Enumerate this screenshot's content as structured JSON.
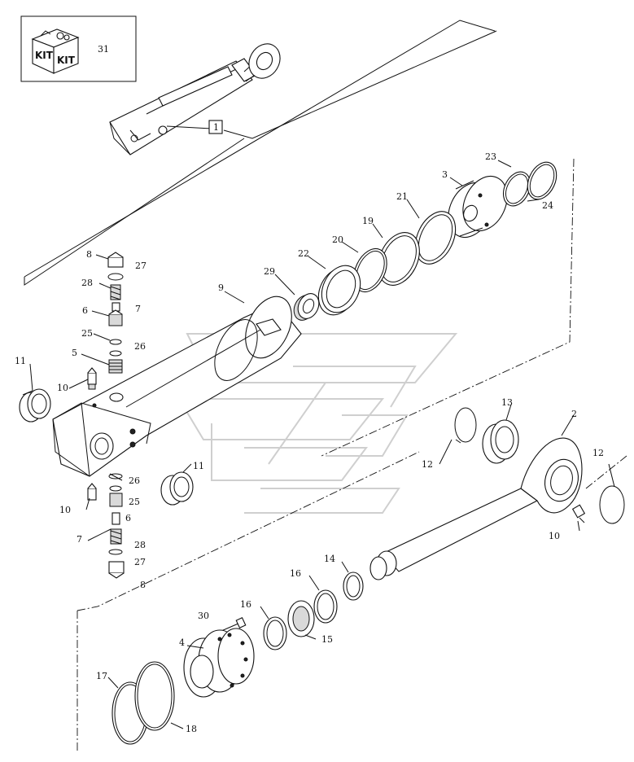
{
  "kit": {
    "word_left": "KIT",
    "word_right": "KIT",
    "ref": "31"
  },
  "assembly_ref": "1",
  "callouts": [
    {
      "id": "c31",
      "text": "31"
    },
    {
      "id": "c1",
      "text": "1"
    },
    {
      "id": "c23",
      "text": "23"
    },
    {
      "id": "c24",
      "text": "24"
    },
    {
      "id": "c3",
      "text": "3"
    },
    {
      "id": "c21",
      "text": "21"
    },
    {
      "id": "c19",
      "text": "19"
    },
    {
      "id": "c20",
      "text": "20"
    },
    {
      "id": "c22",
      "text": "22"
    },
    {
      "id": "c29",
      "text": "29"
    },
    {
      "id": "c9",
      "text": "9"
    },
    {
      "id": "c8a",
      "text": "8"
    },
    {
      "id": "c27a",
      "text": "27"
    },
    {
      "id": "c28a",
      "text": "28"
    },
    {
      "id": "c6a",
      "text": "6"
    },
    {
      "id": "c7a",
      "text": "7"
    },
    {
      "id": "c25a",
      "text": "25"
    },
    {
      "id": "c26a",
      "text": "26"
    },
    {
      "id": "c5",
      "text": "5"
    },
    {
      "id": "c11a",
      "text": "11"
    },
    {
      "id": "c10a",
      "text": "10"
    },
    {
      "id": "c13",
      "text": "13"
    },
    {
      "id": "c2",
      "text": "2"
    },
    {
      "id": "c12a",
      "text": "12"
    },
    {
      "id": "c12b",
      "text": "12"
    },
    {
      "id": "c26b",
      "text": "26"
    },
    {
      "id": "c11b",
      "text": "11"
    },
    {
      "id": "c25b",
      "text": "25"
    },
    {
      "id": "c10b",
      "text": "10"
    },
    {
      "id": "c6b",
      "text": "6"
    },
    {
      "id": "c7b",
      "text": "7"
    },
    {
      "id": "c28b",
      "text": "28"
    },
    {
      "id": "c27b",
      "text": "27"
    },
    {
      "id": "c8b",
      "text": "8"
    },
    {
      "id": "c10c",
      "text": "10"
    },
    {
      "id": "c14",
      "text": "14"
    },
    {
      "id": "c16a",
      "text": "16"
    },
    {
      "id": "c16b",
      "text": "16"
    },
    {
      "id": "c15",
      "text": "15"
    },
    {
      "id": "c30",
      "text": "30"
    },
    {
      "id": "c4",
      "text": "4"
    },
    {
      "id": "c17",
      "text": "17"
    },
    {
      "id": "c18",
      "text": "18"
    }
  ]
}
